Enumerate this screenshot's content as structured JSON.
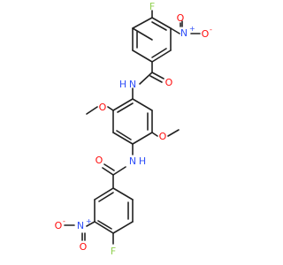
{
  "molecule": {
    "atoms": {
      "f_top": "F",
      "n_top": "N",
      "n_top_plus": "+",
      "o_top": "O",
      "o_top_minus": "-",
      "o_amide_top": "O",
      "nh_top": "N",
      "h_top": "H",
      "o_meo_left": "O",
      "o_meo_right": "O",
      "nh_bottom": "N",
      "h_bottom": "H",
      "o_amide_bottom": "O",
      "n_bot": "N",
      "n_bot_plus": "+",
      "o_bot_left": "O",
      "o_bot_left_minus": "-",
      "o_bot_down": "O",
      "f_bottom": "F"
    },
    "colors": {
      "bond": "#222222",
      "oxygen": "#ff0d0d",
      "nitrogen": "#3050f8",
      "fluorine": "#90d050",
      "carbon": "#222222"
    }
  }
}
